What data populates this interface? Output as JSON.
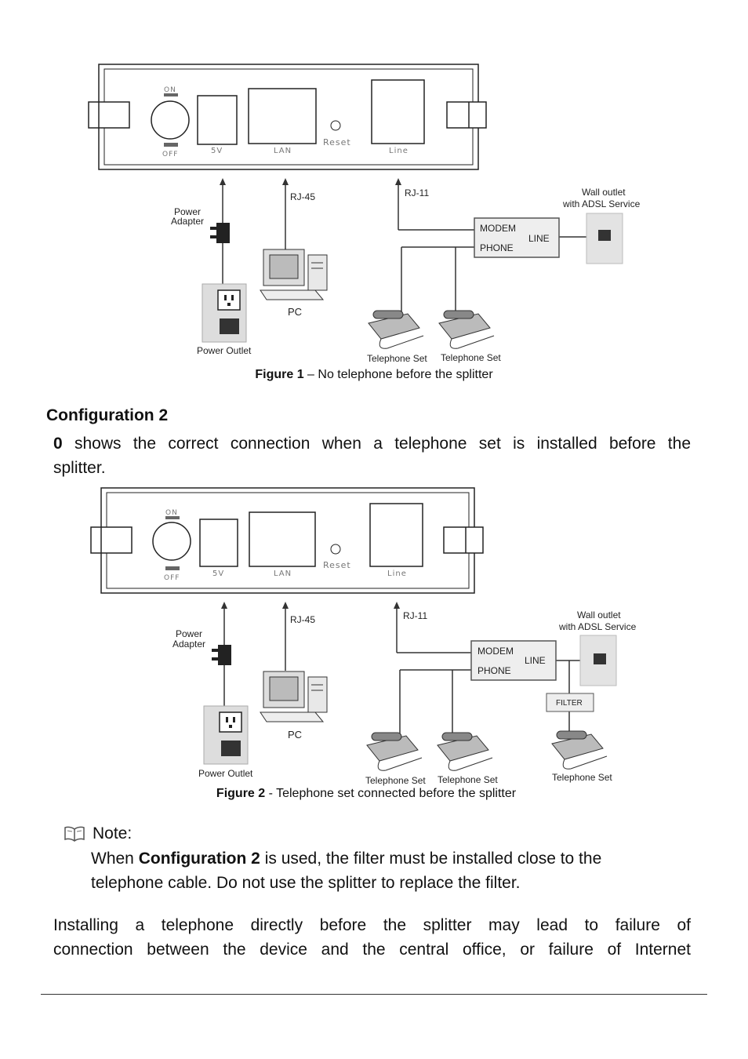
{
  "figure1": {
    "panel": {
      "on": "ON",
      "off": "OFF",
      "power": "5V",
      "lan": "LAN",
      "reset": "Reset",
      "line": "Line"
    },
    "labels": {
      "power_adapter_1": "Power",
      "power_adapter_2": "Adapter",
      "rj45": "RJ-45",
      "rj11": "RJ-11",
      "wall_1": "Wall outlet",
      "wall_2": "with ADSL Service",
      "modem": "MODEM",
      "phone": "PHONE",
      "line": "LINE",
      "pc": "PC",
      "power_outlet": "Power Outlet",
      "telephone_1": "Telephone Set",
      "telephone_2": "Telephone Set"
    },
    "caption_label": "Figure 1",
    "caption_text": " – No telephone before the splitter"
  },
  "section": {
    "heading": "Configuration 2",
    "intro_ref": "0",
    "intro_text": " shows the correct connection when a telephone set is installed before the",
    "intro_text_2": "splitter."
  },
  "figure2": {
    "panel": {
      "on": "ON",
      "off": "OFF",
      "power": "5V",
      "lan": "LAN",
      "reset": "Reset",
      "line": "Line"
    },
    "labels": {
      "power_adapter_1": "Power",
      "power_adapter_2": "Adapter",
      "rj45": "RJ-45",
      "rj11": "RJ-11",
      "wall_1": "Wall outlet",
      "wall_2": "with ADSL Service",
      "modem": "MODEM",
      "phone": "PHONE",
      "line": "LINE",
      "filter": "FILTER",
      "pc": "PC",
      "power_outlet": "Power Outlet",
      "telephone_1": "Telephone Set",
      "telephone_2": "Telephone Set",
      "telephone_3": "Telephone Set"
    },
    "caption_label": "Figure 2",
    "caption_text": " - Telephone set connected before the splitter"
  },
  "note": {
    "icon": "book-icon",
    "title": "Note:",
    "line1_a": "When ",
    "line1_b": "Configuration 2",
    "line1_c": " is used, the filter must be installed close to the",
    "line2": "telephone cable. Do not use the splitter to replace the filter."
  },
  "closing": {
    "line1": "Installing a telephone directly before the splitter may lead to failure of",
    "line2": "connection between the device and the central office, or failure of Internet"
  }
}
